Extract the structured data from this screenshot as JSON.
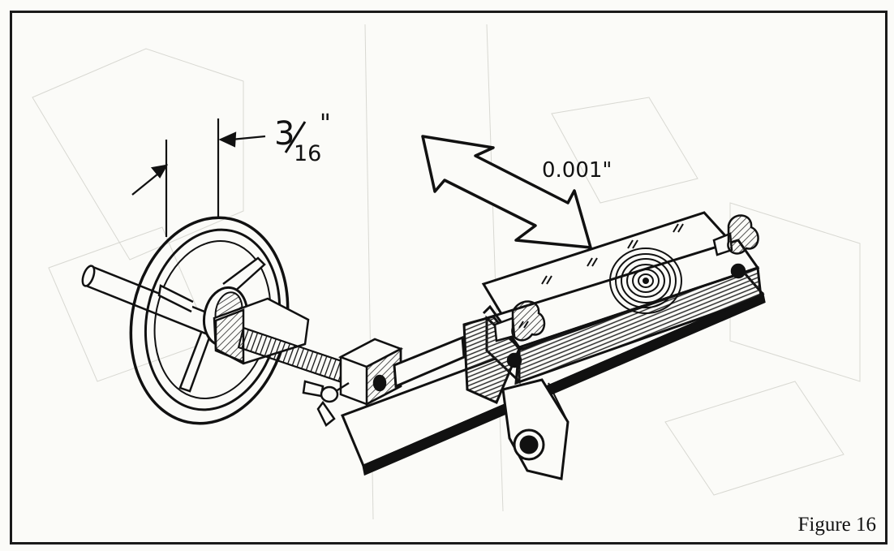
{
  "figure": {
    "caption": "Figure 16",
    "dimension_offset_label": "3/16\"",
    "dimension_offset_numerator": "3",
    "dimension_offset_denominator": "16",
    "dimension_offset_unit": "\"",
    "travel_label": "0.001\""
  }
}
